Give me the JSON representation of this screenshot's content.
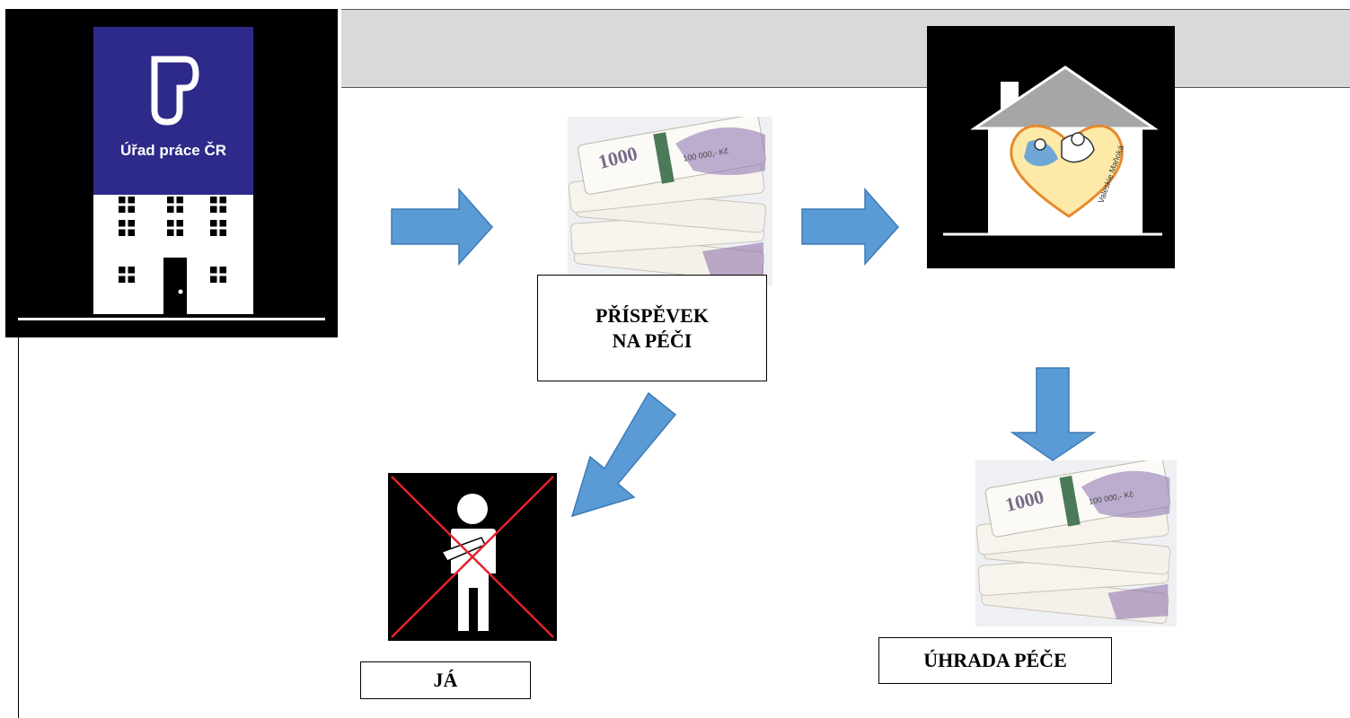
{
  "office": {
    "sign_text": "Úřad práce ČR",
    "icon": "labour-office-building-icon",
    "sign_color": "#2e2a8a"
  },
  "labels": {
    "allowance_line1": "PŘÍSPĚVEK",
    "allowance_line2": "NA PÉČI",
    "me": "JÁ",
    "care_payment": "ÚHRADA PÉČE"
  },
  "banknote": {
    "denomination": "1000",
    "bundle_text": "100 000,- Kč"
  },
  "house": {
    "icon": "care-home-icon",
    "logo_text": "Valeskie Maňoká"
  },
  "person": {
    "icon": "person-crossed-out-icon",
    "cross_color": "#e8202a"
  },
  "arrow_color": "#5b9bd5"
}
